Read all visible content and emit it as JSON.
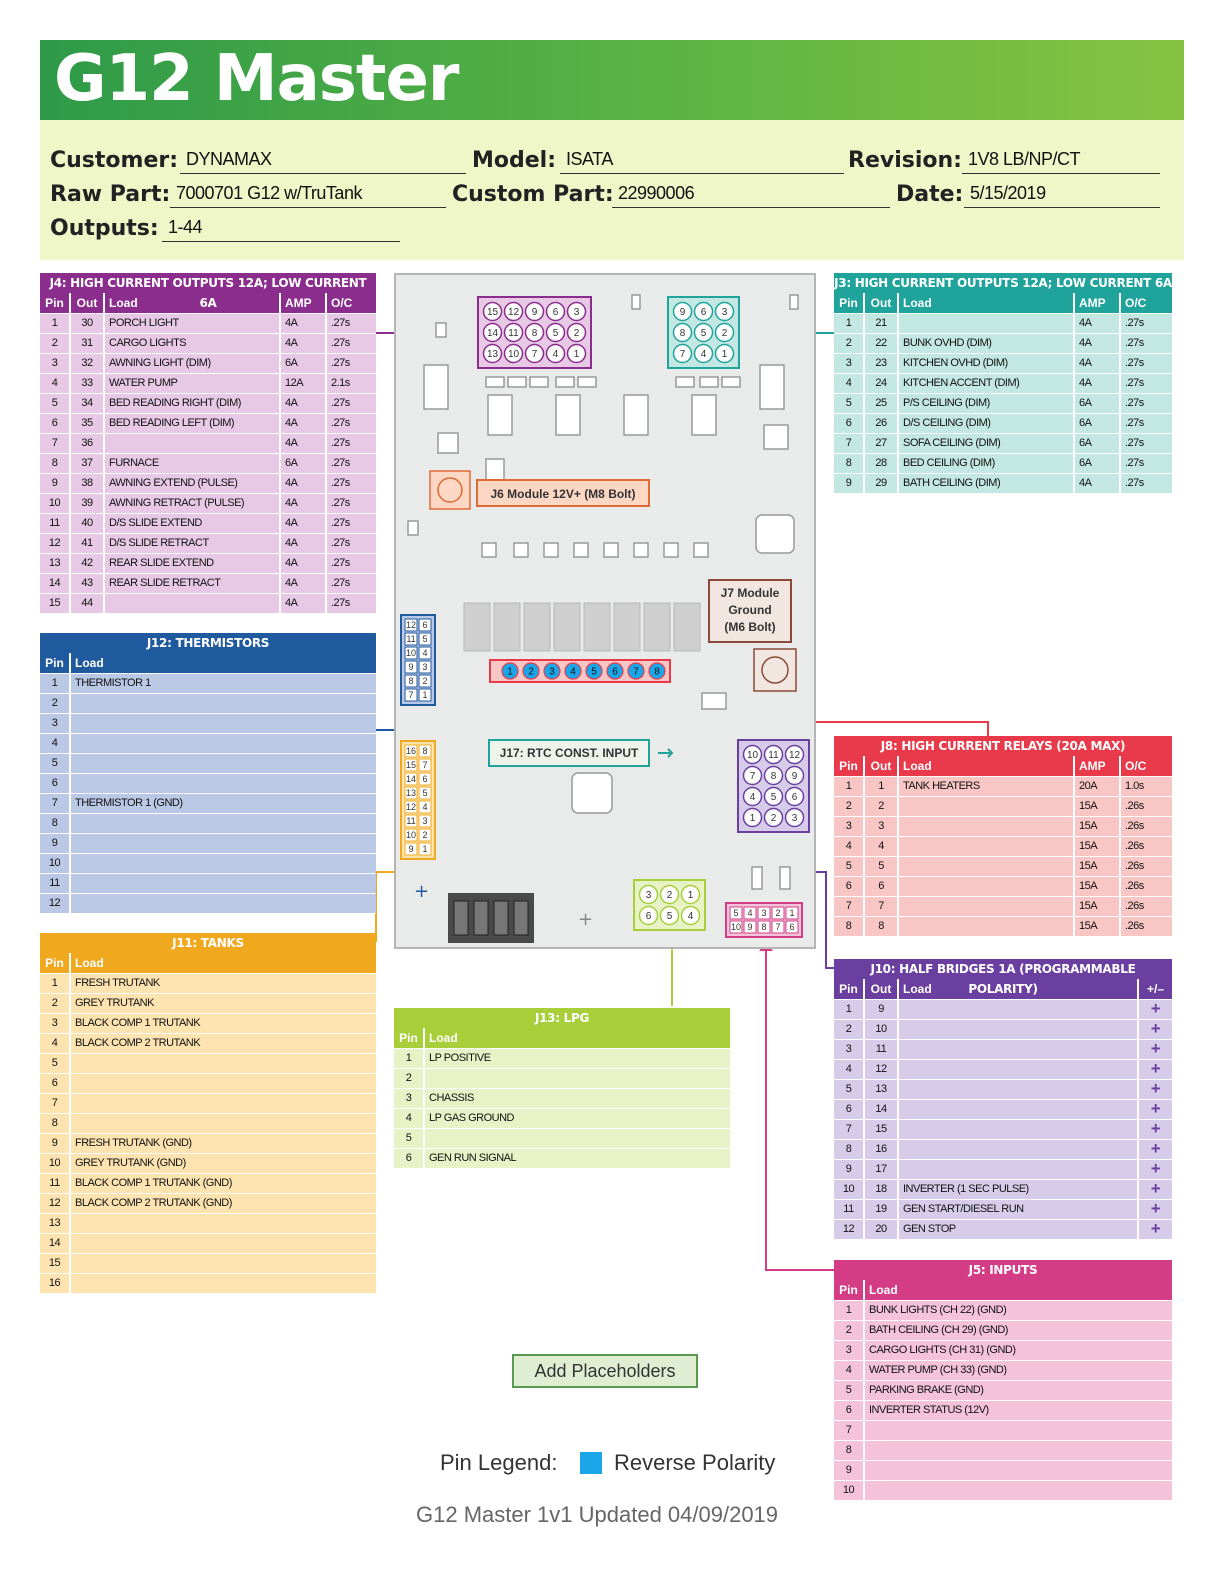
{
  "title": "G12 Master",
  "info": {
    "customer_label": "Customer:",
    "customer": "DYNAMAX",
    "model_label": "Model:",
    "model": "ISATA",
    "revision_label": "Revision:",
    "revision": "1V8  LB/NP/CT",
    "raw_part_label": "Raw Part:",
    "raw_part": "7000701 G12 w/TruTank",
    "custom_part_label": "Custom Part:",
    "custom_part": "22990006",
    "date_label": "Date:",
    "date": "5/15/2019",
    "outputs_label": "Outputs:",
    "outputs": "1-44"
  },
  "colors": {
    "j4": "#8a2d8c",
    "j4_row": "#e7c9e6",
    "j3": "#1fa39b",
    "j3_row": "#c3e7e2",
    "j12": "#1f5a9e",
    "j12_row": "#bac8e6",
    "j11": "#f0a81e",
    "j11_row": "#fce3b0",
    "j13": "#a8cf3a",
    "j13_row": "#e7f2c6",
    "j8": "#e83a4a",
    "j8_row": "#f9c6c6",
    "j10": "#6b3fa0",
    "j10_row": "#d6ccea",
    "j5": "#d43c85",
    "j5_row": "#f4c3da",
    "reverse_polarity": "#1aa6e8"
  },
  "j4": {
    "title": "J4: HIGH CURRENT OUTPUTS 12A; LOW CURRENT 6A",
    "headers": [
      "Pin",
      "Out",
      "Load",
      "AMP",
      "O/C"
    ],
    "rows": [
      [
        "1",
        "30",
        "PORCH LIGHT",
        "4A",
        ".27s"
      ],
      [
        "2",
        "31",
        "CARGO LIGHTS",
        "4A",
        ".27s"
      ],
      [
        "3",
        "32",
        "AWNING LIGHT (DIM)",
        "6A",
        ".27s"
      ],
      [
        "4",
        "33",
        "WATER PUMP",
        "12A",
        "2.1s"
      ],
      [
        "5",
        "34",
        "BED READING RIGHT (DIM)",
        "4A",
        ".27s"
      ],
      [
        "6",
        "35",
        "BED READING LEFT (DIM)",
        "4A",
        ".27s"
      ],
      [
        "7",
        "36",
        "",
        "4A",
        ".27s"
      ],
      [
        "8",
        "37",
        "FURNACE",
        "6A",
        ".27s"
      ],
      [
        "9",
        "38",
        "AWNING EXTEND (PULSE)",
        "4A",
        ".27s"
      ],
      [
        "10",
        "39",
        "AWNING RETRACT (PULSE)",
        "4A",
        ".27s"
      ],
      [
        "11",
        "40",
        "D/S SLIDE EXTEND",
        "4A",
        ".27s"
      ],
      [
        "12",
        "41",
        "D/S SLIDE RETRACT",
        "4A",
        ".27s"
      ],
      [
        "13",
        "42",
        "REAR SLIDE EXTEND",
        "4A",
        ".27s"
      ],
      [
        "14",
        "43",
        "REAR SLIDE RETRACT",
        "4A",
        ".27s"
      ],
      [
        "15",
        "44",
        "",
        "4A",
        ".27s"
      ]
    ]
  },
  "j3": {
    "title": "J3: HIGH CURRENT OUTPUTS 12A; LOW CURRENT 6A",
    "headers": [
      "Pin",
      "Out",
      "Load",
      "AMP",
      "O/C"
    ],
    "rows": [
      [
        "1",
        "21",
        "",
        "4A",
        ".27s"
      ],
      [
        "2",
        "22",
        "BUNK OVHD (DIM)",
        "4A",
        ".27s"
      ],
      [
        "3",
        "23",
        "KITCHEN OVHD (DIM)",
        "4A",
        ".27s"
      ],
      [
        "4",
        "24",
        "KITCHEN ACCENT (DIM)",
        "4A",
        ".27s"
      ],
      [
        "5",
        "25",
        "P/S CEILING (DIM)",
        "6A",
        ".27s"
      ],
      [
        "6",
        "26",
        "D/S CEILING (DIM)",
        "6A",
        ".27s"
      ],
      [
        "7",
        "27",
        "SOFA CEILING (DIM)",
        "6A",
        ".27s"
      ],
      [
        "8",
        "28",
        "BED CEILING (DIM)",
        "6A",
        ".27s"
      ],
      [
        "9",
        "29",
        "BATH CEILING (DIM)",
        "4A",
        ".27s"
      ]
    ]
  },
  "j12": {
    "title": "J12: THERMISTORS",
    "headers": [
      "Pin",
      "Load"
    ],
    "rows": [
      [
        "1",
        "THERMISTOR 1"
      ],
      [
        "2",
        ""
      ],
      [
        "3",
        ""
      ],
      [
        "4",
        ""
      ],
      [
        "5",
        ""
      ],
      [
        "6",
        ""
      ],
      [
        "7",
        "THERMISTOR 1 (GND)"
      ],
      [
        "8",
        ""
      ],
      [
        "9",
        ""
      ],
      [
        "10",
        ""
      ],
      [
        "11",
        ""
      ],
      [
        "12",
        ""
      ]
    ]
  },
  "j11": {
    "title": "J11: TANKS",
    "headers": [
      "Pin",
      "Load"
    ],
    "rows": [
      [
        "1",
        "FRESH TRUTANK"
      ],
      [
        "2",
        "GREY TRUTANK"
      ],
      [
        "3",
        "BLACK COMP 1 TRUTANK"
      ],
      [
        "4",
        "BLACK COMP 2 TRUTANK"
      ],
      [
        "5",
        ""
      ],
      [
        "6",
        ""
      ],
      [
        "7",
        ""
      ],
      [
        "8",
        ""
      ],
      [
        "9",
        "FRESH TRUTANK (GND)"
      ],
      [
        "10",
        "GREY TRUTANK (GND)"
      ],
      [
        "11",
        "BLACK COMP 1 TRUTANK (GND)"
      ],
      [
        "12",
        "BLACK COMP 2 TRUTANK (GND)"
      ],
      [
        "13",
        ""
      ],
      [
        "14",
        ""
      ],
      [
        "15",
        ""
      ],
      [
        "16",
        ""
      ]
    ]
  },
  "j13": {
    "title": "J13: LPG",
    "headers": [
      "Pin",
      "Load"
    ],
    "rows": [
      [
        "1",
        "LP POSITIVE"
      ],
      [
        "2",
        ""
      ],
      [
        "3",
        "CHASSIS"
      ],
      [
        "4",
        "LP GAS GROUND"
      ],
      [
        "5",
        ""
      ],
      [
        "6",
        "GEN RUN SIGNAL"
      ]
    ]
  },
  "j8": {
    "title": "J8: HIGH CURRENT RELAYS (20A MAX)",
    "headers": [
      "Pin",
      "Out",
      "Load",
      "AMP",
      "O/C"
    ],
    "rows": [
      [
        "1",
        "1",
        "TANK HEATERS",
        "20A",
        "1.0s"
      ],
      [
        "2",
        "2",
        "",
        "15A",
        ".26s"
      ],
      [
        "3",
        "3",
        "",
        "15A",
        ".26s"
      ],
      [
        "4",
        "4",
        "",
        "15A",
        ".26s"
      ],
      [
        "5",
        "5",
        "",
        "15A",
        ".26s"
      ],
      [
        "6",
        "6",
        "",
        "15A",
        ".26s"
      ],
      [
        "7",
        "7",
        "",
        "15A",
        ".26s"
      ],
      [
        "8",
        "8",
        "",
        "15A",
        ".26s"
      ]
    ]
  },
  "j10": {
    "title": "J10: HALF BRIDGES 1A (PROGRAMMABLE POLARITY)",
    "headers": [
      "Pin",
      "Out",
      "Load",
      "+/–"
    ],
    "rows": [
      [
        "1",
        "9",
        "",
        "+"
      ],
      [
        "2",
        "10",
        "",
        "+"
      ],
      [
        "3",
        "11",
        "",
        "+"
      ],
      [
        "4",
        "12",
        "",
        "+"
      ],
      [
        "5",
        "13",
        "",
        "+"
      ],
      [
        "6",
        "14",
        "",
        "+"
      ],
      [
        "7",
        "15",
        "",
        "+"
      ],
      [
        "8",
        "16",
        "",
        "+"
      ],
      [
        "9",
        "17",
        "",
        "+"
      ],
      [
        "10",
        "18",
        "INVERTER (1 SEC PULSE)",
        "+"
      ],
      [
        "11",
        "19",
        "GEN START/DIESEL RUN",
        "+"
      ],
      [
        "12",
        "20",
        "GEN STOP",
        "+"
      ]
    ]
  },
  "j5": {
    "title": "J5: INPUTS",
    "headers": [
      "Pin",
      "Load"
    ],
    "rows": [
      [
        "1",
        "BUNK LIGHTS (CH 22) (GND)"
      ],
      [
        "2",
        "BATH CEILING (CH 29) (GND)"
      ],
      [
        "3",
        "CARGO LIGHTS (CH 31) (GND)"
      ],
      [
        "4",
        "WATER PUMP (CH 33) (GND)"
      ],
      [
        "5",
        "PARKING BRAKE (GND)"
      ],
      [
        "6",
        "INVERTER STATUS (12V)"
      ],
      [
        "7",
        ""
      ],
      [
        "8",
        ""
      ],
      [
        "9",
        ""
      ],
      [
        "10",
        ""
      ]
    ]
  },
  "board": {
    "j6_label": "J6 Module 12V+ (M8 Bolt)",
    "j7_label_1": "J7 Module",
    "j7_label_2": "Ground",
    "j7_label_3": "(M6 Bolt)",
    "j17_label": "J17: RTC CONST. INPUT",
    "j4_pins": [
      [
        "15",
        "12",
        "9",
        "6",
        "3"
      ],
      [
        "14",
        "11",
        "8",
        "5",
        "2"
      ],
      [
        "13",
        "10",
        "7",
        "4",
        "1"
      ]
    ],
    "j3_pins": [
      [
        "9",
        "6",
        "3"
      ],
      [
        "8",
        "5",
        "2"
      ],
      [
        "7",
        "4",
        "1"
      ]
    ],
    "j8_pins": [
      "1",
      "2",
      "3",
      "4",
      "5",
      "6",
      "7",
      "8"
    ],
    "j12_pins": [
      [
        "12",
        "6"
      ],
      [
        "11",
        "5"
      ],
      [
        "10",
        "4"
      ],
      [
        "9",
        "3"
      ],
      [
        "8",
        "2"
      ],
      [
        "7",
        "1"
      ]
    ],
    "j11_pins": [
      [
        "16",
        "8"
      ],
      [
        "15",
        "7"
      ],
      [
        "14",
        "6"
      ],
      [
        "13",
        "5"
      ],
      [
        "12",
        "4"
      ],
      [
        "11",
        "3"
      ],
      [
        "10",
        "2"
      ],
      [
        "9",
        "1"
      ]
    ],
    "j10_pins": [
      [
        "10",
        "11",
        "12"
      ],
      [
        "7",
        "8",
        "9"
      ],
      [
        "4",
        "5",
        "6"
      ],
      [
        "1",
        "2",
        "3"
      ]
    ],
    "j13_pins": [
      [
        "3",
        "2",
        "1"
      ],
      [
        "6",
        "5",
        "4"
      ]
    ],
    "j5_pins": [
      [
        "5",
        "4",
        "3",
        "2",
        "1"
      ],
      [
        "10",
        "9",
        "8",
        "7",
        "6"
      ]
    ]
  },
  "add_placeholders": "Add Placeholders",
  "legend_label": "Pin Legend:",
  "legend_value": "Reverse Polarity",
  "footer": "G12 Master 1v1     Updated 04/09/2019"
}
